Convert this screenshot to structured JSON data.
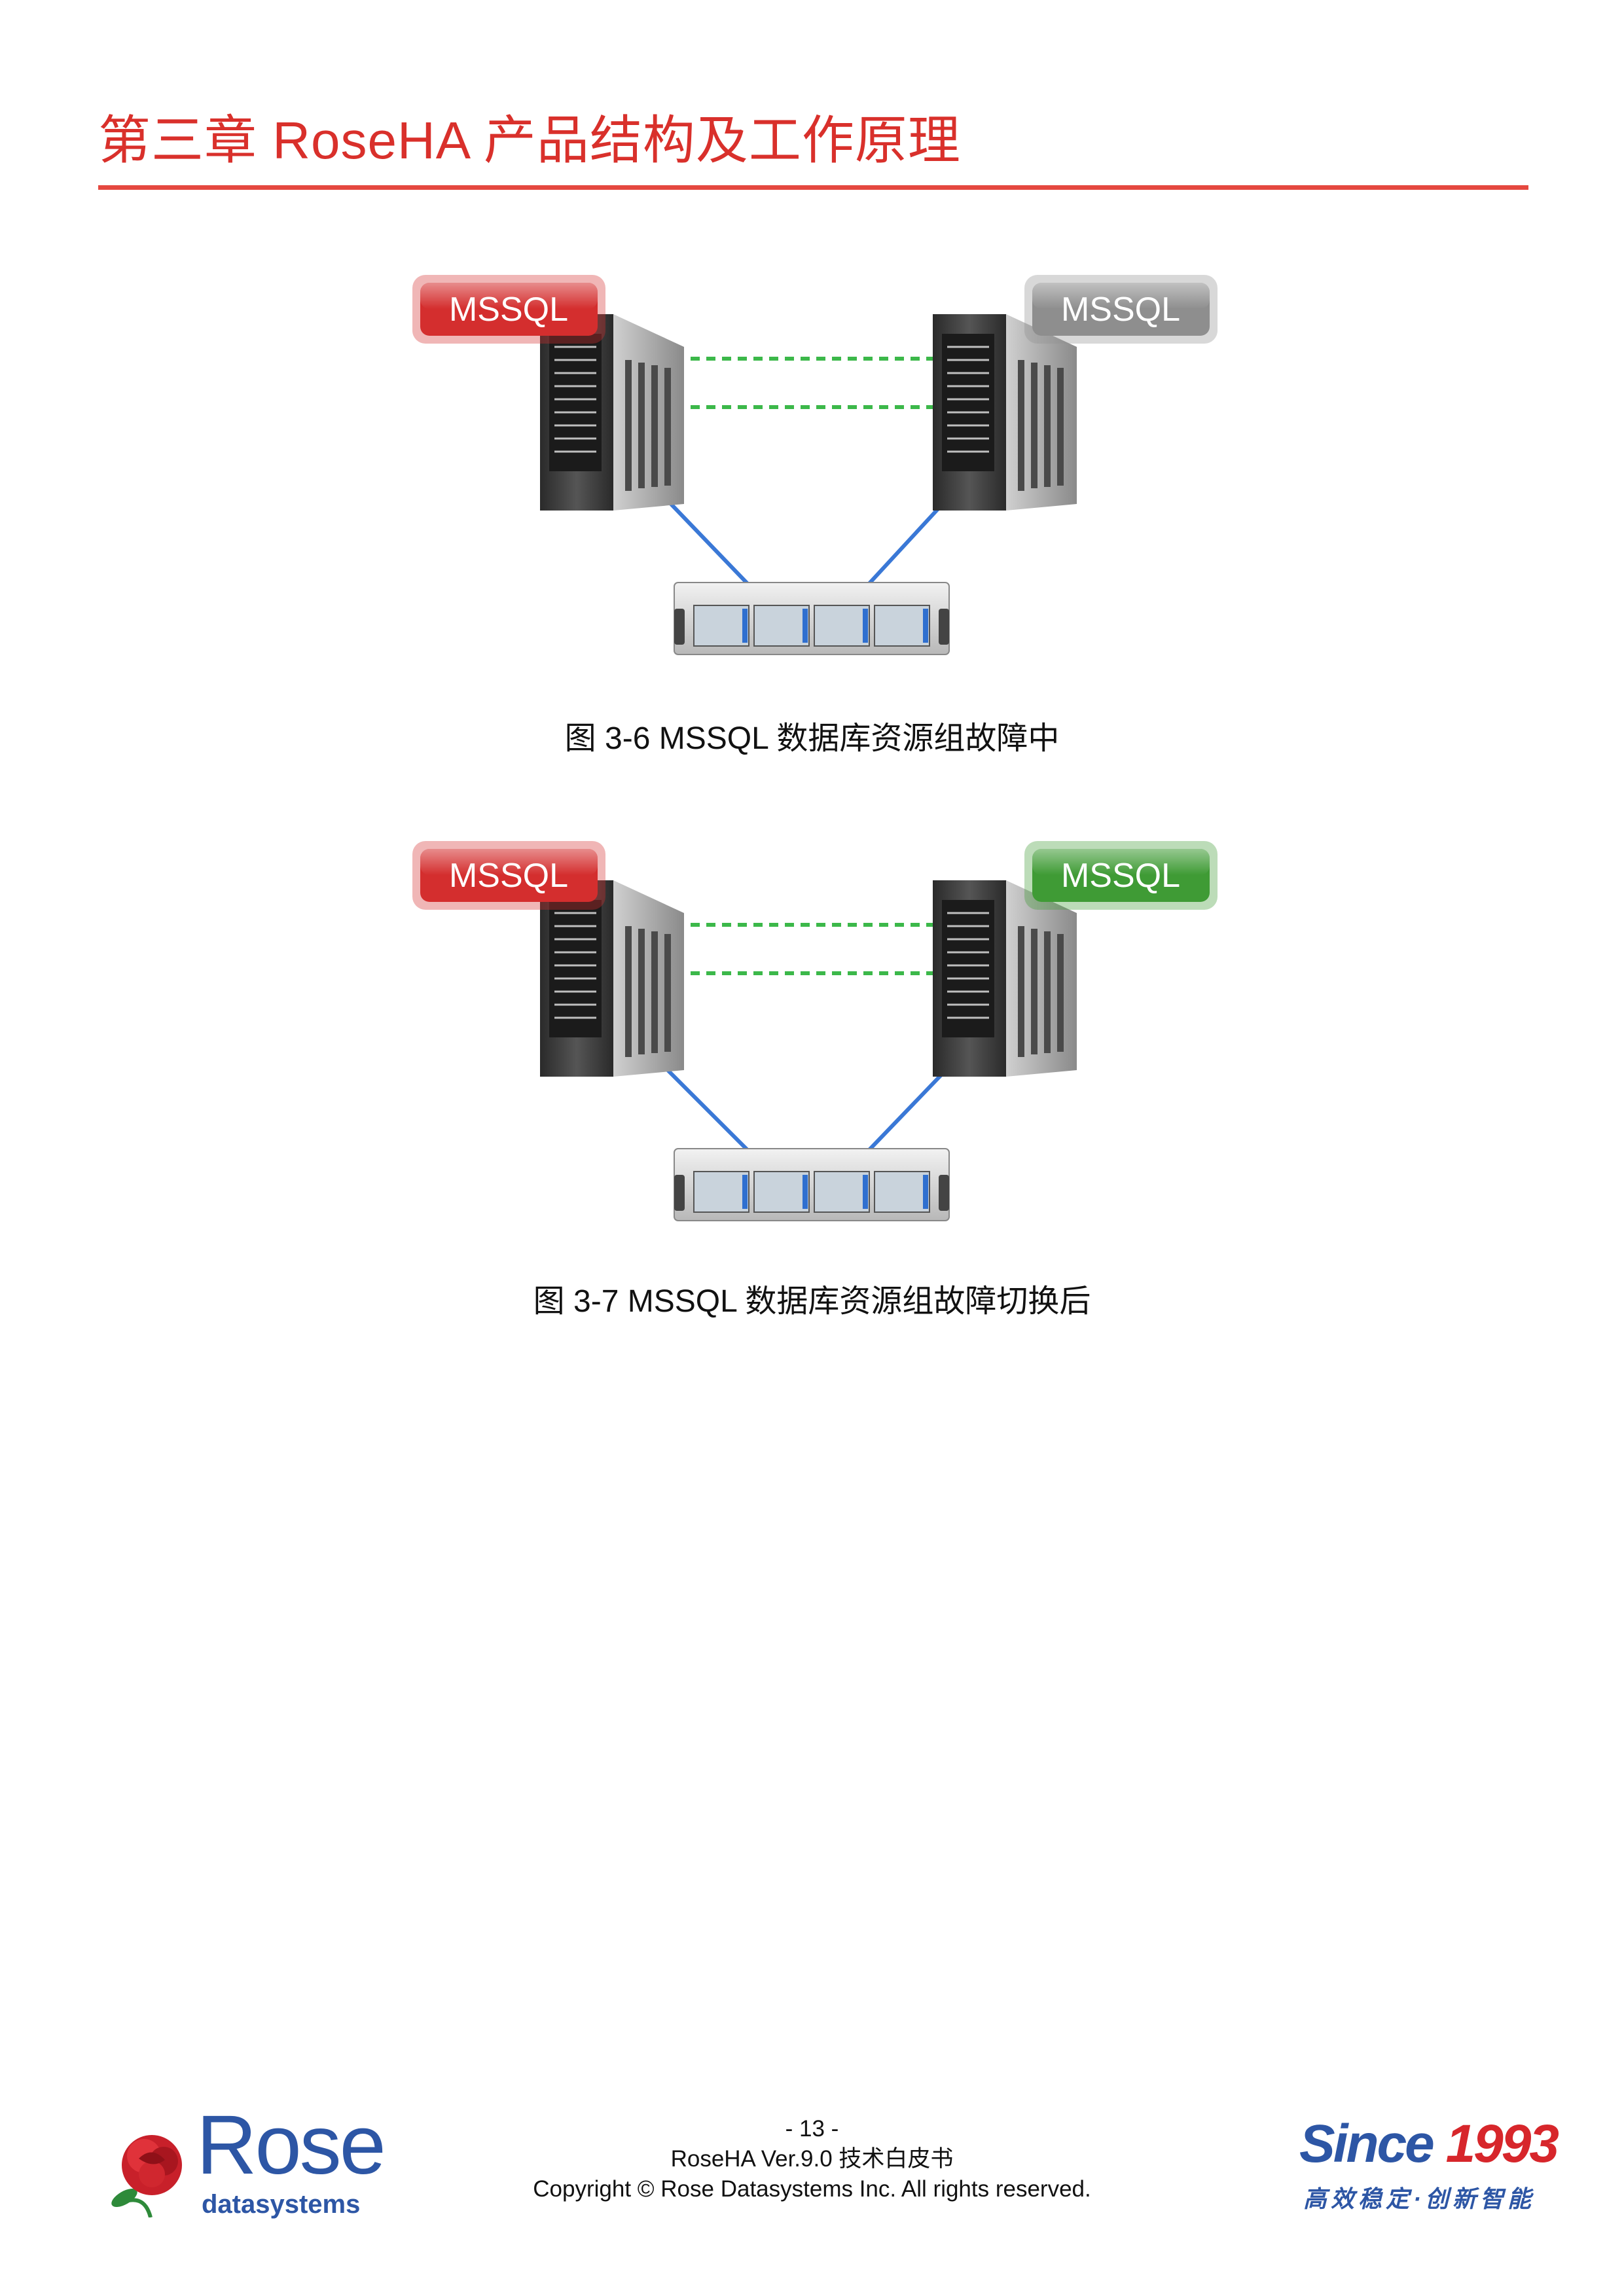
{
  "header": {
    "chapter_title": "第三章  RoseHA 产品结构及工作原理"
  },
  "figures": [
    {
      "caption": "图  3-6 MSSQL 数据库资源组故障中",
      "left_label": "MSSQL",
      "right_label": "MSSQL",
      "left_state_color": "#d42e2e",
      "right_state_color": "#8e8e8e"
    },
    {
      "caption": "图  3-7 MSSQL 数据库资源组故障切换后",
      "left_label": "MSSQL",
      "right_label": "MSSQL",
      "left_state_color": "#d42e2e",
      "right_state_color": "#3f9b35"
    }
  ],
  "footer": {
    "page_number": "- 13 -",
    "doc_title": "RoseHA Ver.9.0  技术白皮书",
    "copyright": "Copyright © Rose Datasystems Inc. All rights reserved.",
    "logo_left_word": "Rose",
    "logo_left_sub": "datasystems",
    "logo_right_main_a": "Since",
    "logo_right_main_b": "1993",
    "logo_right_slogan": "高效稳定·创新智能"
  },
  "colors": {
    "accent_red": "#d9302b",
    "heartbeat_green": "#3cb84a",
    "link_blue": "#3a78d6",
    "brand_blue": "#2d56a5"
  },
  "icons": [
    "server-tower-icon",
    "storage-array-icon",
    "rose-flower-icon"
  ]
}
